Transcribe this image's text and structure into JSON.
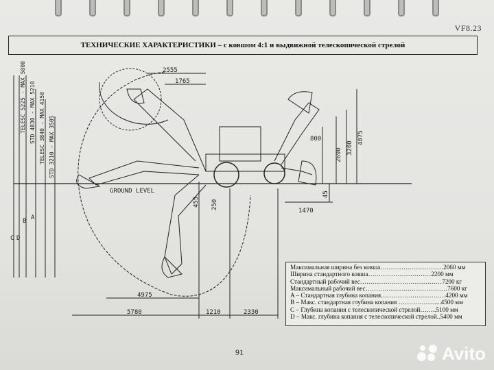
{
  "page": {
    "model_code": "VF8.23",
    "title": "ТЕХНИЧЕСКИЕ ХАРАКТЕРИСТИКИ – с ковшом 4:1 и выдвижной телескопической стрелой",
    "page_number": "91"
  },
  "diagram": {
    "ground_label": "GROUND LEVEL",
    "top_dimensions": [
      "2555",
      "1765"
    ],
    "bottom_dimensions": [
      "4975",
      "5780",
      "1210",
      "2330"
    ],
    "mid_dimensions": [
      "455",
      "250"
    ],
    "loader_dimensions": [
      "800",
      "2690",
      "3200",
      "4075",
      "45",
      "1470"
    ],
    "vertical_labels": [
      "TELESC 5225 - MAX 5800",
      "STD 4830 - MAX 5210",
      "TELESC 3840 - MAX 4150",
      "STD 3210 - MAX 3505"
    ],
    "depth_letters": [
      "C",
      "D",
      "B",
      "A"
    ]
  },
  "specs": [
    "Максимальная ширина без ковша…………………………2060 мм",
    "Ширина стандартного ковша…………………………2200 мм",
    "Стандартный рабочий вес…………………………………7200 кг",
    "Максимальный рабочий вес…………………………………7600 кг",
    "A – Стандартная глубина копания………………………….4200 мм",
    "B – Макс. стандартная глубина копания ………………...4500 мм",
    "C – Глубина копания с телескопической стрелой……..5100 мм",
    "D – Макс. глубина копания с телескопической стрелой..5400 мм"
  ],
  "watermark": {
    "brand": "Avito"
  },
  "colors": {
    "line": "#222222",
    "paper": "#e7e7e4"
  }
}
